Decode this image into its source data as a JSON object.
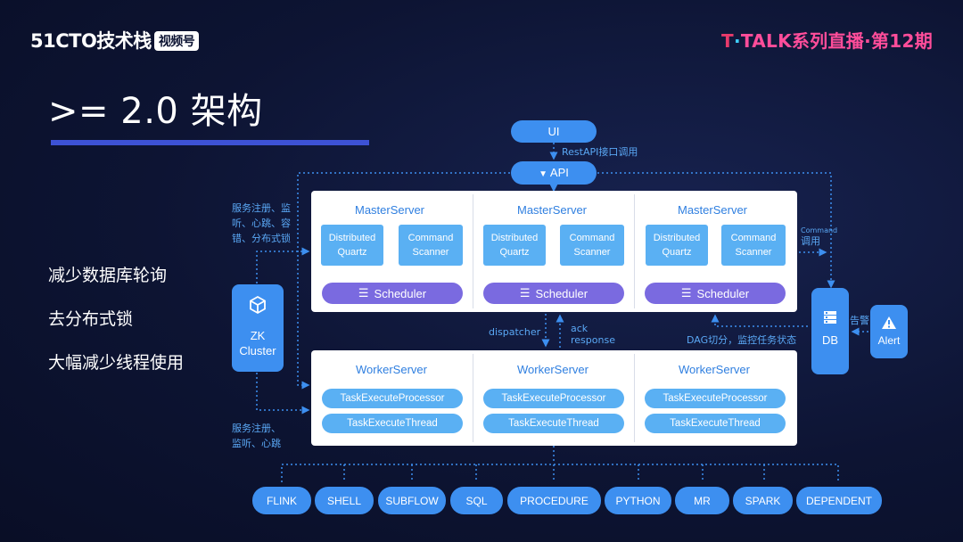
{
  "header": {
    "brand": "51CTO技术栈",
    "brand_sub": "视频号",
    "talk_t": "T",
    "talk_dot": "·",
    "talk_rest": "TALK系列直播·第12期"
  },
  "slide": {
    "title": ">= 2.0 架构",
    "bullets": [
      "减少数据库轮询",
      "去分布式锁",
      "大幅减少线程使用"
    ]
  },
  "diagram": {
    "ui": "UI",
    "api": "API",
    "restapi_note": "RestAPI接口调用",
    "master_servers": [
      {
        "title": "MasterServer",
        "quartz": "Distributed Quartz",
        "scanner": "Command Scanner",
        "scheduler": "Scheduler"
      },
      {
        "title": "MasterServer",
        "quartz": "Distributed Quartz",
        "scanner": "Command Scanner",
        "scheduler": "Scheduler"
      },
      {
        "title": "MasterServer",
        "quartz": "Distributed Quartz",
        "scanner": "Command Scanner",
        "scheduler": "Scheduler"
      }
    ],
    "worker_servers": [
      {
        "title": "WorkerServer",
        "processor": "TaskExecuteProcessor",
        "thread": "TaskExecuteThread"
      },
      {
        "title": "WorkerServer",
        "processor": "TaskExecuteProcessor",
        "thread": "TaskExecuteThread"
      },
      {
        "title": "WorkerServer",
        "processor": "TaskExecuteProcessor",
        "thread": "TaskExecuteThread"
      }
    ],
    "zk_line1": "ZK",
    "zk_line2": "Cluster",
    "db": "DB",
    "alert": "Alert",
    "note_master_reg": "服务注册、监听、心跳、容错、分布式锁",
    "note_worker_reg": "服务注册、监听、心跳",
    "note_dispatcher": "dispatcher",
    "note_ack": "ack response",
    "note_command_small": "Command",
    "note_command_call": "调用",
    "note_dag": "DAG切分，监控任务状态",
    "note_alert": "告警",
    "task_types": [
      "FLINK",
      "SHELL",
      "SUBFLOW",
      "SQL",
      "PROCEDURE",
      "PYTHON",
      "MR",
      "SPARK",
      "DEPENDENT"
    ]
  },
  "colors": {
    "background": "#0d1433",
    "accent_blue": "#3d8ff0",
    "light_blue": "#5ab0f3",
    "scheduler_purple": "#7a6ae0",
    "title_bar": "#3d52d5",
    "talk_pink": "#ff4d9a"
  },
  "icons": [
    "api-plug-icon",
    "scheduler-db-icon",
    "zk-cube-icon",
    "db-server-icon",
    "alert-warning-icon"
  ]
}
